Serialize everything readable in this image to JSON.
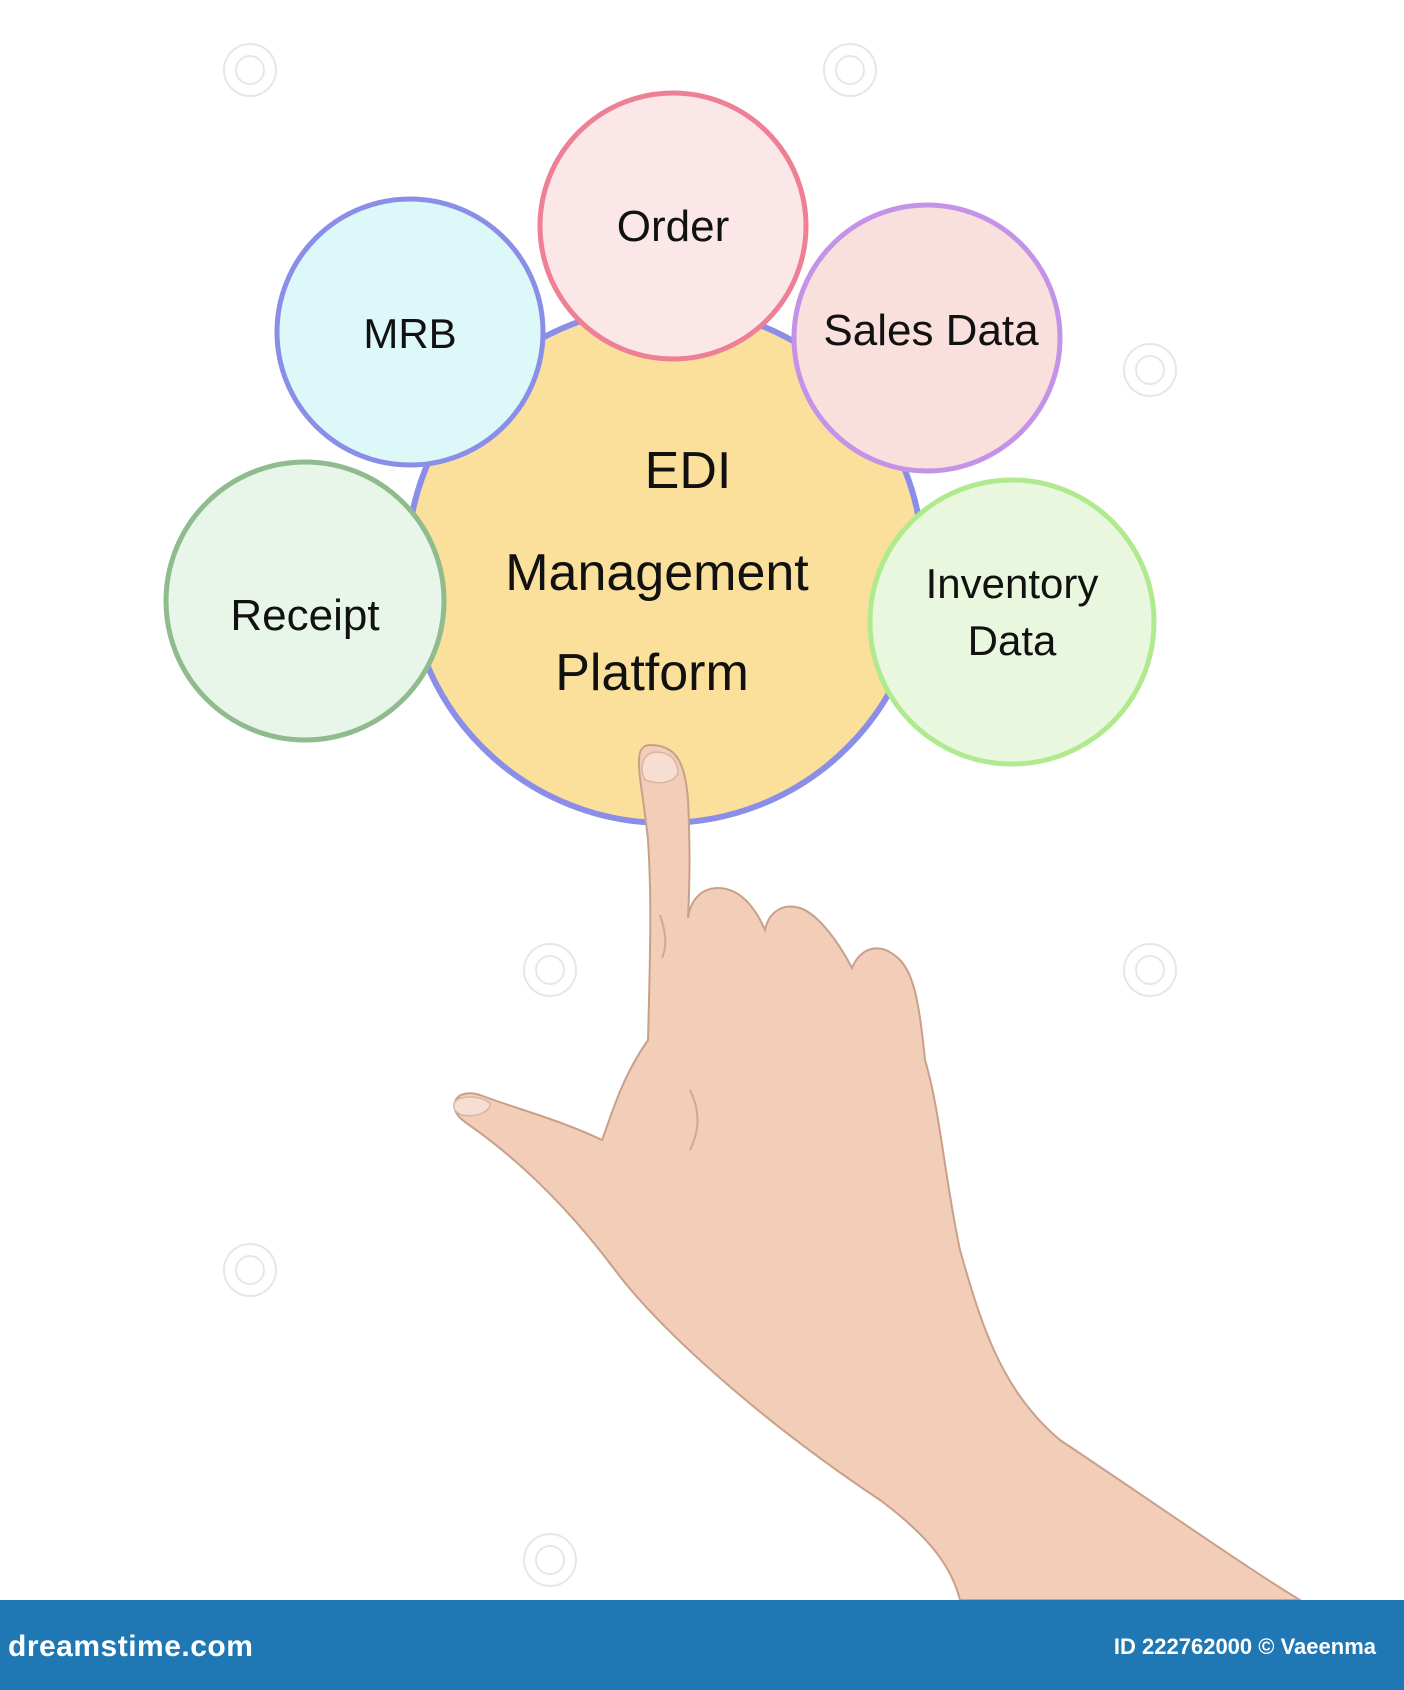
{
  "diagram": {
    "center": {
      "lines": [
        "EDI",
        "Management",
        "Platform"
      ],
      "fill": "#fbe09c",
      "stroke": "#8a8ee8"
    },
    "nodes": [
      {
        "id": "order",
        "lines": [
          "Order"
        ],
        "fill": "#fbe6e8",
        "stroke": "#ee7f94"
      },
      {
        "id": "mrb",
        "lines": [
          "MRB"
        ],
        "fill": "#ddf8f9",
        "stroke": "#8a8ee8"
      },
      {
        "id": "sales-data",
        "lines": [
          "Sales Data"
        ],
        "fill": "#f9e0dc",
        "stroke": "#c493e8"
      },
      {
        "id": "receipt",
        "lines": [
          "Receipt"
        ],
        "fill": "#e7f6e8",
        "stroke": "#8fbb8f"
      },
      {
        "id": "inventory-data",
        "lines": [
          "Inventory",
          "Data"
        ],
        "fill": "#eaf7df",
        "stroke": "#b0ea8e"
      }
    ]
  },
  "footer": {
    "brand": "dreamstime.com",
    "id_text": "ID 222762000 © Vaeenma",
    "color": "#1f78b4"
  },
  "hand": {
    "icon": "pointing-hand-icon",
    "skin": "#f2cdb8"
  }
}
